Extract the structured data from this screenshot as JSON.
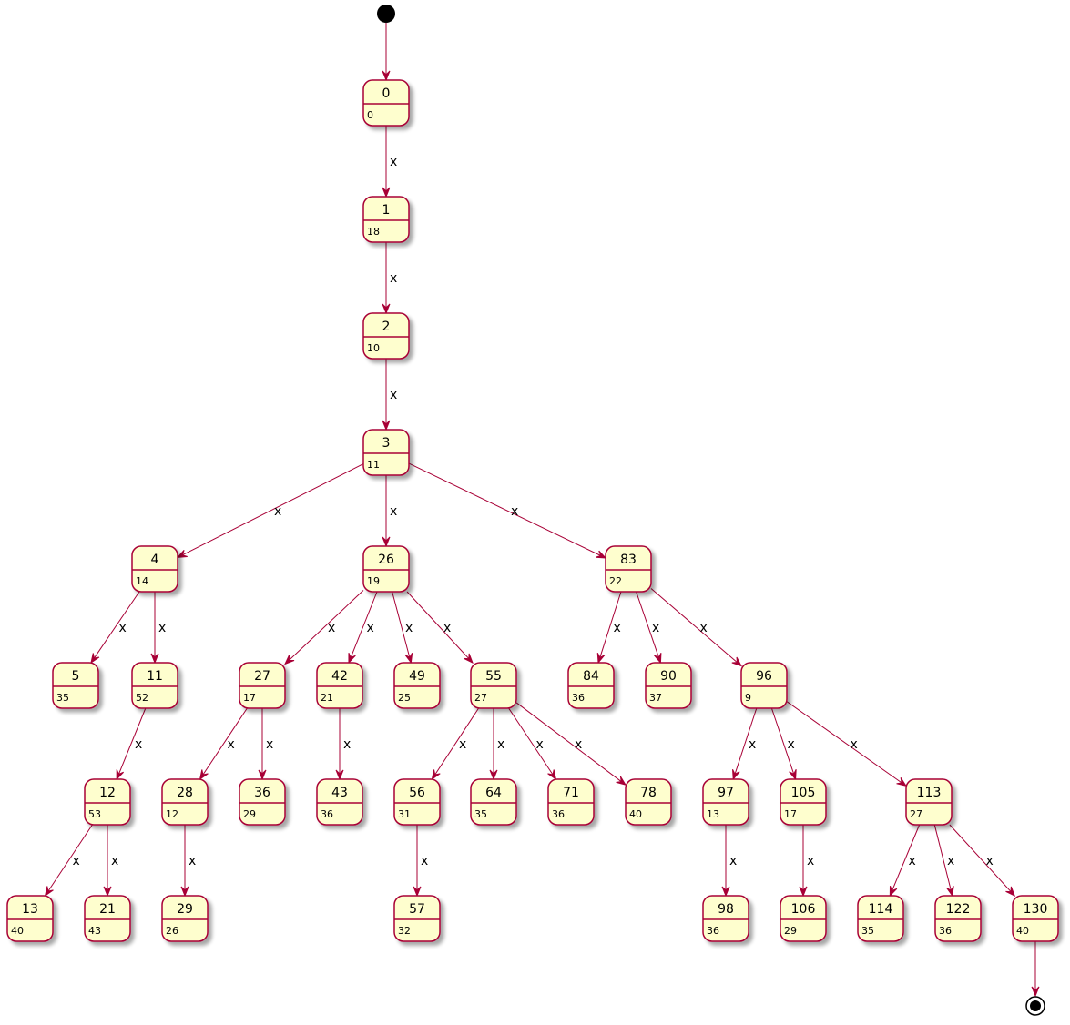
{
  "colors": {
    "state_fill": "#FEFECE",
    "state_border": "#A80036",
    "arrow": "#A80036",
    "start_marker": "#000000",
    "end_marker": "#000000"
  },
  "diagram": {
    "type": "state-diagram",
    "start": "start-marker",
    "end": "end-marker",
    "states": [
      {
        "name": "0",
        "desc": "0"
      },
      {
        "name": "1",
        "desc": "18"
      },
      {
        "name": "2",
        "desc": "10"
      },
      {
        "name": "3",
        "desc": "11"
      },
      {
        "name": "4",
        "desc": "14"
      },
      {
        "name": "26",
        "desc": "19"
      },
      {
        "name": "83",
        "desc": "22"
      },
      {
        "name": "5",
        "desc": "35"
      },
      {
        "name": "11",
        "desc": "52"
      },
      {
        "name": "27",
        "desc": "17"
      },
      {
        "name": "42",
        "desc": "21"
      },
      {
        "name": "49",
        "desc": "25"
      },
      {
        "name": "55",
        "desc": "27"
      },
      {
        "name": "84",
        "desc": "36"
      },
      {
        "name": "90",
        "desc": "37"
      },
      {
        "name": "96",
        "desc": "9"
      },
      {
        "name": "12",
        "desc": "53"
      },
      {
        "name": "28",
        "desc": "12"
      },
      {
        "name": "36",
        "desc": "29"
      },
      {
        "name": "43",
        "desc": "36"
      },
      {
        "name": "56",
        "desc": "31"
      },
      {
        "name": "64",
        "desc": "35"
      },
      {
        "name": "71",
        "desc": "36"
      },
      {
        "name": "78",
        "desc": "40"
      },
      {
        "name": "97",
        "desc": "13"
      },
      {
        "name": "105",
        "desc": "17"
      },
      {
        "name": "113",
        "desc": "27"
      },
      {
        "name": "13",
        "desc": "40"
      },
      {
        "name": "21",
        "desc": "43"
      },
      {
        "name": "29",
        "desc": "26"
      },
      {
        "name": "57",
        "desc": "32"
      },
      {
        "name": "98",
        "desc": "36"
      },
      {
        "name": "106",
        "desc": "29"
      },
      {
        "name": "114",
        "desc": "35"
      },
      {
        "name": "122",
        "desc": "36"
      },
      {
        "name": "130",
        "desc": "40"
      }
    ],
    "transitions": [
      {
        "from": "start",
        "to": "0",
        "label": ""
      },
      {
        "from": "0",
        "to": "1",
        "label": "x"
      },
      {
        "from": "1",
        "to": "2",
        "label": "x"
      },
      {
        "from": "2",
        "to": "3",
        "label": "x"
      },
      {
        "from": "3",
        "to": "4",
        "label": "x"
      },
      {
        "from": "3",
        "to": "26",
        "label": "x"
      },
      {
        "from": "3",
        "to": "83",
        "label": "x"
      },
      {
        "from": "4",
        "to": "5",
        "label": "x"
      },
      {
        "from": "4",
        "to": "11",
        "label": "x"
      },
      {
        "from": "11",
        "to": "12",
        "label": "x"
      },
      {
        "from": "12",
        "to": "13",
        "label": "x"
      },
      {
        "from": "12",
        "to": "21",
        "label": "x"
      },
      {
        "from": "26",
        "to": "27",
        "label": "x"
      },
      {
        "from": "26",
        "to": "42",
        "label": "x"
      },
      {
        "from": "26",
        "to": "49",
        "label": "x"
      },
      {
        "from": "26",
        "to": "55",
        "label": "x"
      },
      {
        "from": "27",
        "to": "28",
        "label": "x"
      },
      {
        "from": "27",
        "to": "36",
        "label": "x"
      },
      {
        "from": "28",
        "to": "29",
        "label": "x"
      },
      {
        "from": "42",
        "to": "43",
        "label": "x"
      },
      {
        "from": "55",
        "to": "56",
        "label": "x"
      },
      {
        "from": "55",
        "to": "64",
        "label": "x"
      },
      {
        "from": "55",
        "to": "71",
        "label": "x"
      },
      {
        "from": "55",
        "to": "78",
        "label": "x"
      },
      {
        "from": "56",
        "to": "57",
        "label": "x"
      },
      {
        "from": "83",
        "to": "84",
        "label": "x"
      },
      {
        "from": "83",
        "to": "90",
        "label": "x"
      },
      {
        "from": "83",
        "to": "96",
        "label": "x"
      },
      {
        "from": "96",
        "to": "97",
        "label": "x"
      },
      {
        "from": "96",
        "to": "105",
        "label": "x"
      },
      {
        "from": "96",
        "to": "113",
        "label": "x"
      },
      {
        "from": "97",
        "to": "98",
        "label": "x"
      },
      {
        "from": "105",
        "to": "106",
        "label": "x"
      },
      {
        "from": "113",
        "to": "114",
        "label": "x"
      },
      {
        "from": "113",
        "to": "122",
        "label": "x"
      },
      {
        "from": "113",
        "to": "130",
        "label": "x"
      },
      {
        "from": "130",
        "to": "end",
        "label": ""
      }
    ]
  }
}
